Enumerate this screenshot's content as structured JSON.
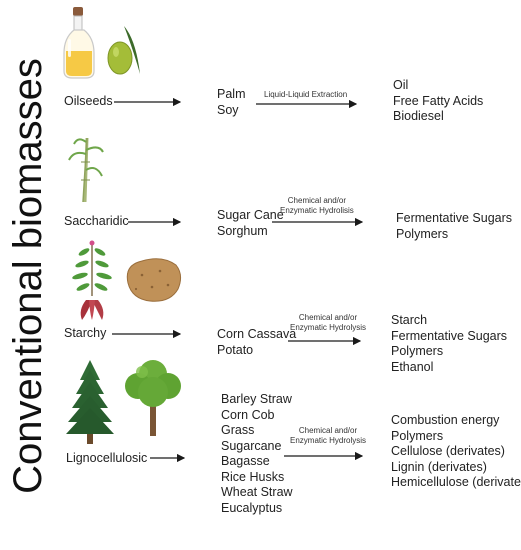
{
  "title": "Conventional biomasses",
  "rows": [
    {
      "category": "Oilseeds",
      "sources": [
        "Palm",
        "Soy"
      ],
      "process": [
        "Liquid-Liquid Extraction"
      ],
      "products": [
        "Oil",
        "Free Fatty Acids",
        "Biodiesel"
      ],
      "icons": [
        "oil-bottle-icon",
        "olive-icon"
      ]
    },
    {
      "category": "Saccharidic",
      "sources": [
        "Sugar Cane",
        "Sorghum"
      ],
      "process": [
        "Chemical and/or",
        "Enzymatic Hydrolisis"
      ],
      "products": [
        "Fermentative Sugars",
        "Polymers"
      ],
      "icons": [
        "sugarcane-plant-icon"
      ]
    },
    {
      "category": "Starchy",
      "sources": [
        "Corn Cassava",
        "Potato"
      ],
      "process": [
        "Chemical and/or",
        "Enzymatic Hydrolysis"
      ],
      "products": [
        "Starch",
        "Fermentative Sugars",
        "Polymers",
        "Ethanol"
      ],
      "icons": [
        "cassava-plant-icon",
        "potato-icon"
      ]
    },
    {
      "category": "Lignocellulosic",
      "sources": [
        "Barley Straw",
        "Corn Cob",
        "Grass",
        "Sugarcane",
        "Bagasse",
        "Rice Husks",
        "Wheat Straw",
        "Eucalyptus"
      ],
      "process": [
        "Chemical and/or",
        "Enzymatic Hydrolysis"
      ],
      "products": [
        "Combustion energy",
        "Polymers",
        "Cellulose (derivates)",
        "Lignin (derivates)",
        "Hemicellulose (derivates)"
      ],
      "icons": [
        "pine-tree-icon",
        "deciduous-tree-icon"
      ]
    }
  ],
  "colors": {
    "text": "#222222",
    "leaf_green": "#3f8f2f",
    "olive": "#9bb53a",
    "oil": "#f2c94c",
    "potato": "#b8874f",
    "stem": "#c9a36a"
  }
}
